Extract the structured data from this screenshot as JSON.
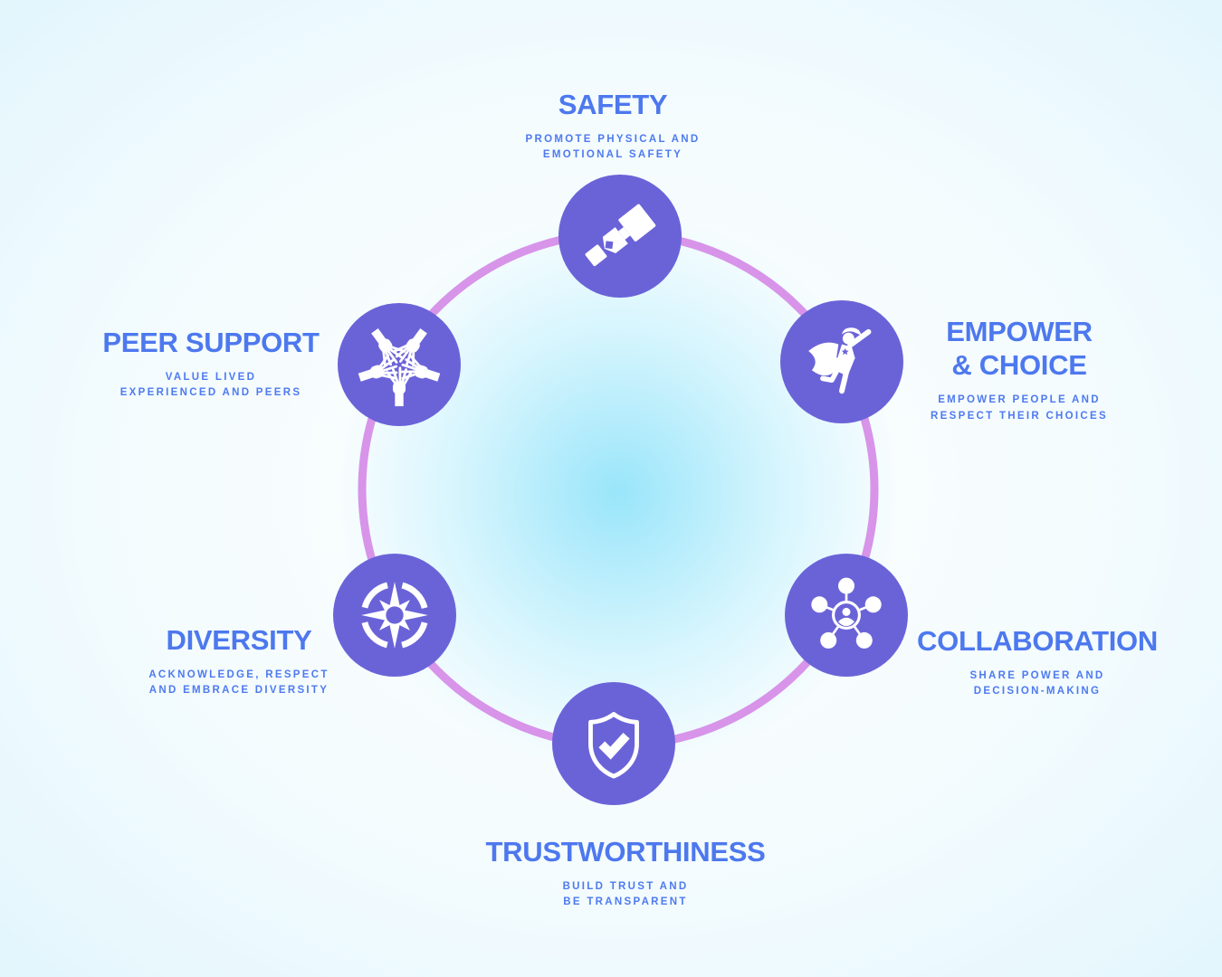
{
  "diagram": {
    "type": "cycle-infographic",
    "palette": {
      "background_corner": "#cdeefb",
      "center_glow": "#ade8fa",
      "ring": "#d794e9",
      "node_fill": "#6a63d8",
      "icon_color": "#ffffff",
      "title_text": "#4d78ee",
      "subtitle_text": "#4e7aef"
    },
    "nodes": [
      {
        "id": "safety",
        "title": "SAFETY",
        "description": "PROMOTE PHYSICAL AND\nEMOTIONAL SAFETY",
        "icon": "seatbelt-icon"
      },
      {
        "id": "empower-choice",
        "title": "EMPOWER\n& CHOICE",
        "description": "EMPOWER PEOPLE AND\nRESPECT THEIR CHOICES",
        "icon": "superhero-icon"
      },
      {
        "id": "collaboration",
        "title": "COLLABORATION",
        "description": "SHARE POWER AND\nDECISION-MAKING",
        "icon": "network-icon"
      },
      {
        "id": "trustworthiness",
        "title": "TRUSTWORTHINESS",
        "description": "BUILD TRUST AND\nBE TRANSPARENT",
        "icon": "shield-check-icon"
      },
      {
        "id": "diversity",
        "title": "DIVERSITY",
        "description": "ACKNOWLEDGE, RESPECT\nAND EMBRACE DIVERSITY",
        "icon": "compass-icon"
      },
      {
        "id": "peer-support",
        "title": "PEER SUPPORT",
        "description": "VALUE LIVED\nEXPERIENCED AND PEERS",
        "icon": "hands-icon"
      }
    ]
  }
}
